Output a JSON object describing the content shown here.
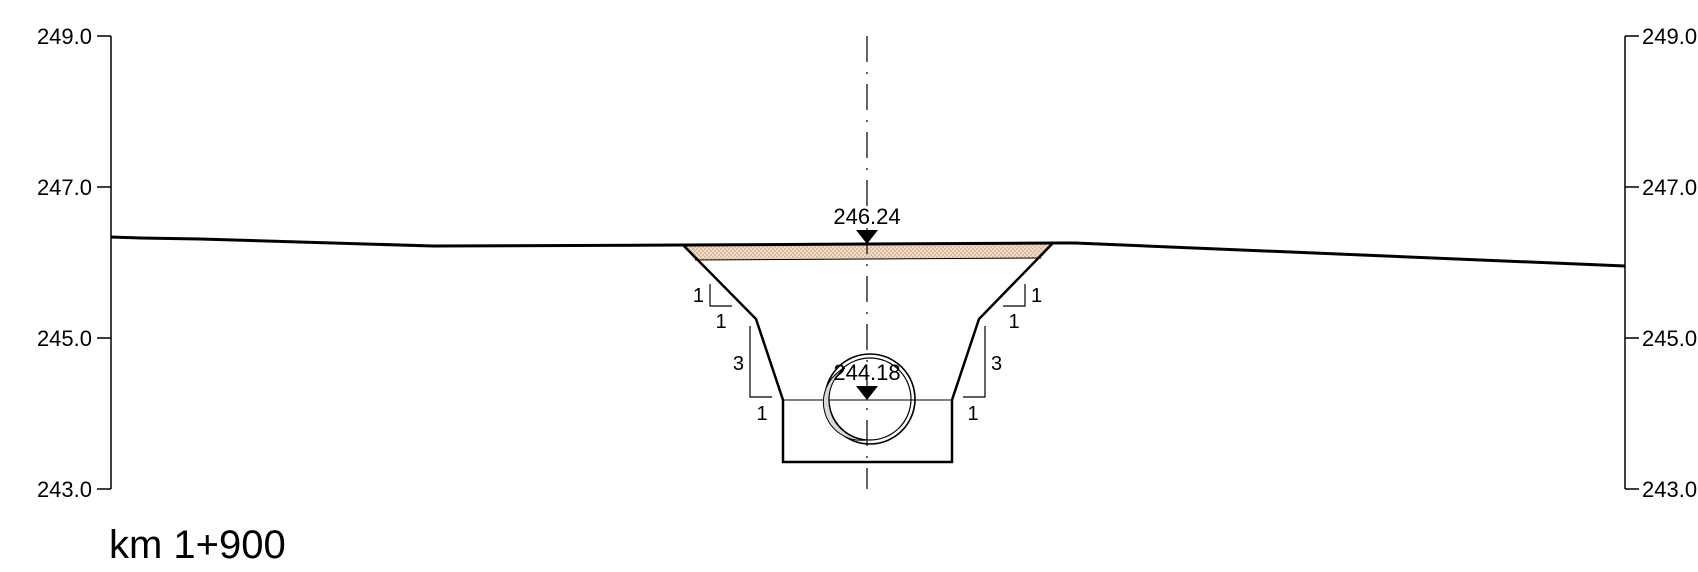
{
  "axes": {
    "left_ticks": [
      "249.0",
      "247.0",
      "245.0",
      "243.0"
    ],
    "right_ticks": [
      "249.0",
      "247.0",
      "245.0",
      "243.0"
    ],
    "range": [
      243.0,
      249.0
    ]
  },
  "elevations": {
    "top": "246.24",
    "pipe": "244.18"
  },
  "slopes": {
    "upper_left_v": "1",
    "upper_left_h": "1",
    "upper_right_v": "1",
    "upper_right_h": "1",
    "lower_left_v": "3",
    "lower_left_h": "1",
    "lower_right_v": "3",
    "lower_right_h": "1"
  },
  "station": "km 1+900",
  "colors": {
    "line": "#000000",
    "topsoil": "#f3dcc8",
    "topsoil_dots": "#b88a66"
  },
  "icons": {
    "elevation_marker": "filled-triangle-icon",
    "pipe": "circular-pipe-icon"
  }
}
